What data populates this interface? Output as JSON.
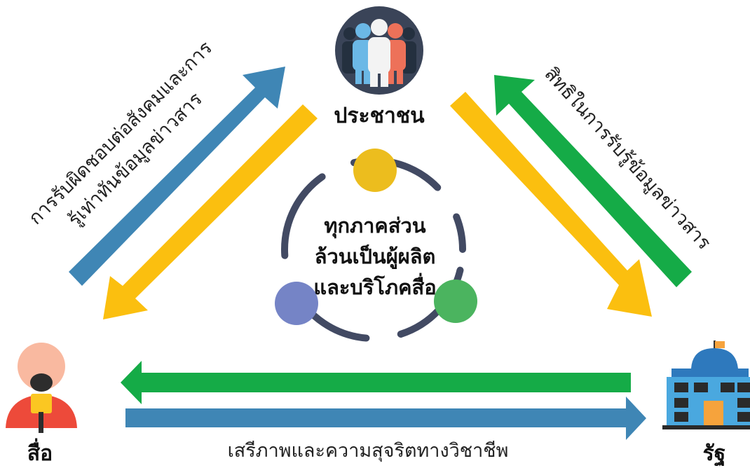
{
  "nodes": {
    "people": {
      "label": "ประชาชน",
      "icon": "people-group-icon"
    },
    "media": {
      "label": "สื่อ",
      "icon": "reporter-microphone-icon"
    },
    "state": {
      "label": "รัฐ",
      "icon": "government-building-icon"
    }
  },
  "edges": {
    "media_people": [
      "การรับผิดชอบต่อสังคมและการ",
      "รู้เท่าทันข้อมูลข่าวสาร"
    ],
    "people_state": "สิทธิในการรับรู้ข้อมูลข่าวสาร",
    "media_state": "เสรีภาพและความสุจริตทางวิชาชีพ"
  },
  "center": {
    "lines": [
      "ทุกภาคส่วน",
      "ล้วนเป็นผู้ผลิต",
      "และบริโภคสื่อ"
    ]
  },
  "colors": {
    "blue_arrow": "#3f86b5",
    "yellow_arrow": "#fbbf0f",
    "green_arrow": "#15ab47",
    "cycle_ring": "#424a63",
    "dot_yellow": "#ecbd1e",
    "dot_purple": "#7584c6",
    "dot_green": "#4bb45f"
  }
}
